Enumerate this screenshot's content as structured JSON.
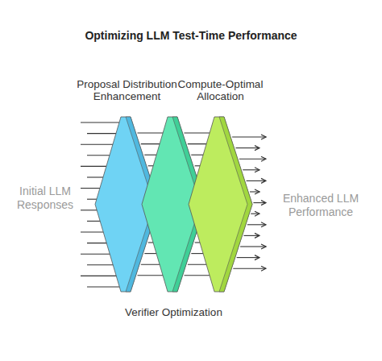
{
  "diagram": {
    "title": "Optimizing LLM Test-Time Performance",
    "nodes": [
      {
        "text": [
          "Proposal Distribution Enhancement"
        ]
      },
      {
        "text": [
          "Verifier Optimization"
        ]
      },
      {
        "text": [
          "Compute-Optimal Allocation"
        ]
      }
    ],
    "edges": [
      {
        "from": 0,
        "to": 1,
        "arrow": "to"
      },
      {
        "from": 1,
        "to": 2,
        "arrow": "to"
      }
    ],
    "labels": [
      "Initial LLM Responses",
      "Enhanced LLM Performance"
    ]
  }
}
